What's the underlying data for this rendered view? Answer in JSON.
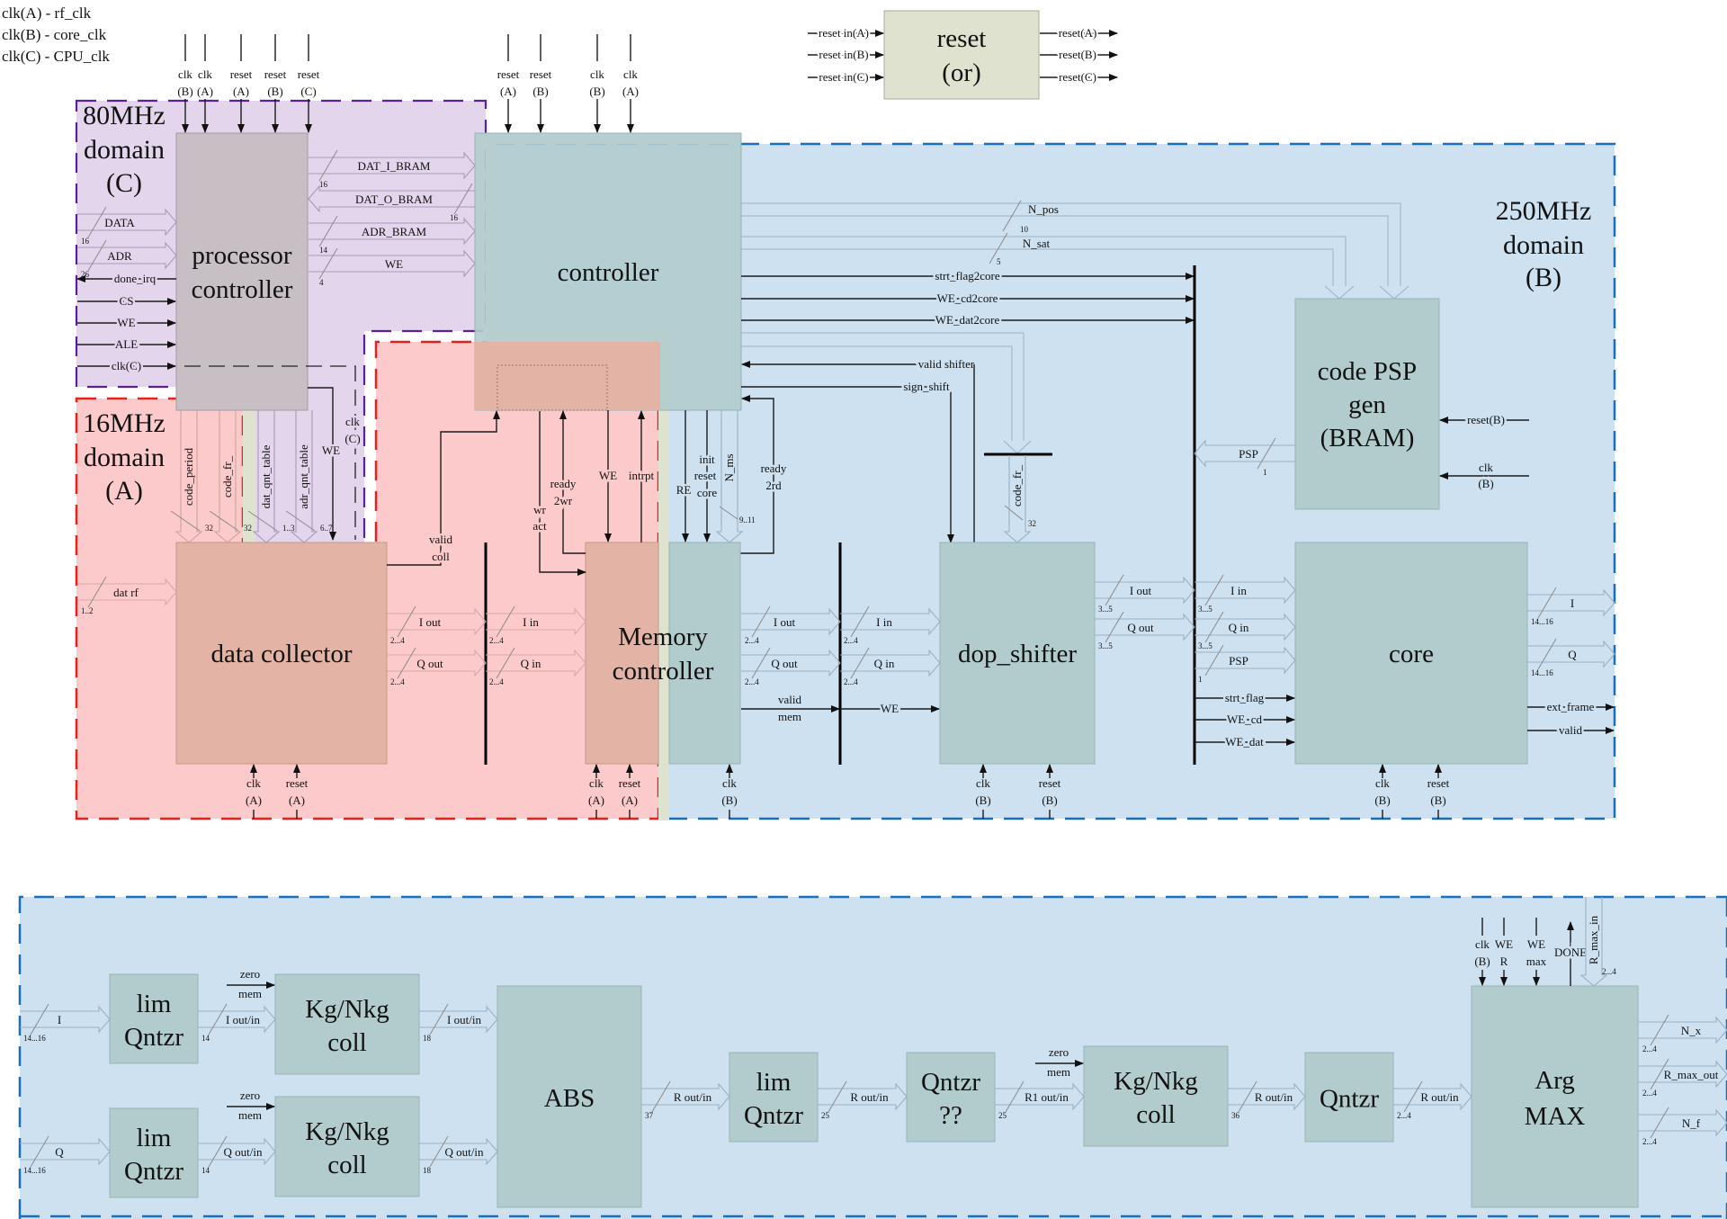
{
  "legend": [
    "clk(A) - rf_clk",
    "clk(B) - core_clk",
    "clk(C) - CPU_clk"
  ],
  "domains": {
    "c": [
      "80MHz",
      "domain",
      "(C)"
    ],
    "a": [
      "16MHz",
      "domain",
      "(A)"
    ],
    "b": [
      "250MHz",
      "domain",
      "(B)"
    ]
  },
  "colors": {
    "domain_c_fill": "#e3d6ec",
    "domain_c_border": "#5b1f9a",
    "domain_a_fill": "#fccaca",
    "domain_a_border": "#e8201c",
    "domain_b_fill": "#cde1f1",
    "domain_b_border": "#1a6ebf",
    "block_teal": "#b2cccd",
    "block_gray": "#c8bfc5",
    "block_rose": "#e3b4a5",
    "block_olive": "#dfe2cf"
  },
  "reset_block": {
    "title": [
      "reset",
      "(or)"
    ],
    "inputs": [
      "reset in(A)",
      "reset in(B)",
      "reset in(C)"
    ],
    "outputs": [
      "reset(A)",
      "reset(B)",
      "reset(C)"
    ]
  },
  "proc": {
    "title": [
      "processor",
      "controller"
    ],
    "top_inputs": [
      [
        "clk",
        "(B)"
      ],
      [
        "clk",
        "(A)"
      ],
      [
        "reset",
        "(A)"
      ],
      [
        "reset",
        "(B)"
      ],
      [
        "reset",
        "(C)"
      ]
    ],
    "left_buses": [
      {
        "label": "DATA",
        "width": "16"
      },
      {
        "label": "ADR",
        "width": "26"
      }
    ],
    "left_signals": [
      "done_irq",
      "CS",
      "WE",
      "ALE",
      "clk(C)"
    ],
    "right_buses": [
      {
        "label": "DAT_I_BRAM",
        "width": "16"
      },
      {
        "label": "DAT_O_BRAM",
        "width": "16"
      },
      {
        "label": "ADR_BRAM",
        "width": "14"
      },
      {
        "label": "WE",
        "width": "4"
      }
    ],
    "down_buses": [
      {
        "label": "code_period",
        "width": "32"
      },
      {
        "label": "code_fr_",
        "width": "32"
      },
      {
        "label": "dat_qnt_table",
        "width": "1..3"
      },
      {
        "label": "adr_qnt_table",
        "width": "6..7"
      }
    ],
    "down_signals": [
      "WE",
      "clk (C)"
    ]
  },
  "controller": {
    "title": "controller",
    "top_inputs": [
      [
        "reset",
        "(A)"
      ],
      [
        "reset",
        "(B)"
      ],
      [
        "clk",
        "(B)"
      ],
      [
        "clk",
        "(A)"
      ]
    ],
    "right_buses": [
      {
        "label": "N_pos",
        "width": "10"
      },
      {
        "label": "N_sat",
        "width": "5"
      }
    ],
    "right_signals": [
      "strt_flag2core",
      "WE_cd2core",
      "WE_dat2core"
    ],
    "feedback": [
      "valid shifter",
      "sign_shift"
    ],
    "down_signals": [
      "RE",
      "init reset core",
      "N_ms",
      "ready 2rd"
    ],
    "n_ms_width": "9..11"
  },
  "data_collector": {
    "title": "data collector",
    "input": {
      "label": "dat rf",
      "width": "1..2"
    },
    "outputs": [
      {
        "label": "I out",
        "width": "2...4"
      },
      {
        "label": "Q out",
        "width": "2...4"
      }
    ],
    "valid": "valid coll",
    "bottom": [
      [
        "clk",
        "(A)"
      ],
      [
        "reset",
        "(A)"
      ]
    ]
  },
  "memory_controller": {
    "title": [
      "Memory",
      "controller"
    ],
    "inputs": [
      {
        "label": "I in",
        "width": "2...4"
      },
      {
        "label": "Q in",
        "width": "2...4"
      }
    ],
    "outputs": [
      {
        "label": "I out",
        "width": "2...4"
      },
      {
        "label": "Q out",
        "width": "2...4"
      }
    ],
    "signals": [
      "wr act",
      "ready 2wr",
      "WE",
      "intrpt"
    ],
    "valid": "valid mem",
    "bottom": [
      [
        "clk",
        "(A)"
      ],
      [
        "reset",
        "(A)"
      ],
      [
        "clk",
        "(B)"
      ]
    ]
  },
  "dop_shifter": {
    "title": "dop_shifter",
    "inputs": [
      {
        "label": "I in",
        "width": "2...4"
      },
      {
        "label": "Q in",
        "width": "2...4"
      }
    ],
    "we": "WE",
    "code_fr": {
      "label": "code_fr_",
      "width": "32"
    },
    "outputs": [
      {
        "label": "I out",
        "width": "3...5"
      },
      {
        "label": "Q out",
        "width": "3...5"
      }
    ],
    "bottom": [
      [
        "clk",
        "(B)"
      ],
      [
        "reset",
        "(B)"
      ]
    ]
  },
  "psp_gen": {
    "title": [
      "code PSP",
      "gen",
      "(BRAM)"
    ],
    "output": {
      "label": "PSP",
      "width": "1"
    },
    "inputs": [
      "reset(B)",
      "clk (B)"
    ]
  },
  "core": {
    "title": "core",
    "inputs": [
      {
        "label": "I in",
        "width": "3...5"
      },
      {
        "label": "Q in",
        "width": "3...5"
      },
      {
        "label": "PSP",
        "width": "1"
      }
    ],
    "signals": [
      "strt_flag",
      "WE_cd",
      "WE_dat"
    ],
    "outputs": [
      {
        "label": "I",
        "width": "14...16"
      },
      {
        "label": "Q",
        "width": "14...16"
      }
    ],
    "out_signals": [
      "ext_frame",
      "valid"
    ],
    "bottom": [
      [
        "clk",
        "(B)"
      ],
      [
        "reset",
        "(B)"
      ]
    ]
  },
  "pipeline": {
    "inputs": [
      {
        "label": "I",
        "width": "14...16"
      },
      {
        "label": "Q",
        "width": "14...16"
      }
    ],
    "lim_qntzr": [
      "lim",
      "Qntzr"
    ],
    "kg": [
      "Kg/Nkg",
      "coll"
    ],
    "zero_mem": [
      "zero",
      "mem"
    ],
    "lq_out": [
      {
        "label": "I out/in",
        "width": "14"
      },
      {
        "label": "Q out/in",
        "width": "14"
      }
    ],
    "kg_out": [
      {
        "label": "I out/in",
        "width": "18"
      },
      {
        "label": "Q out/in",
        "width": "18"
      }
    ],
    "abs": "ABS",
    "chain": [
      {
        "label": "R out/in",
        "width": "37"
      },
      {
        "label": "R out/in",
        "width": "25"
      },
      {
        "label": "R1 out/in",
        "width": "25"
      },
      {
        "label": "R out/in",
        "width": "36"
      },
      {
        "label": "R out/in",
        "width": "2...4"
      }
    ],
    "qntzr_q": [
      "Qntzr",
      "??"
    ],
    "qntzr": "Qntzr",
    "argmax": {
      "title": [
        "Arg",
        "MAX"
      ],
      "top": [
        [
          "clk",
          "(B)"
        ],
        [
          "WE",
          "R"
        ],
        [
          "WE",
          "max"
        ]
      ],
      "done": "DONE",
      "r_max_in": {
        "label": "R_max_in",
        "width": "2...4"
      },
      "outputs": [
        {
          "label": "N_x",
          "width": "2...4"
        },
        {
          "label": "R_max_out",
          "width": "2...4"
        },
        {
          "label": "N_f",
          "width": "2...4"
        }
      ]
    }
  }
}
